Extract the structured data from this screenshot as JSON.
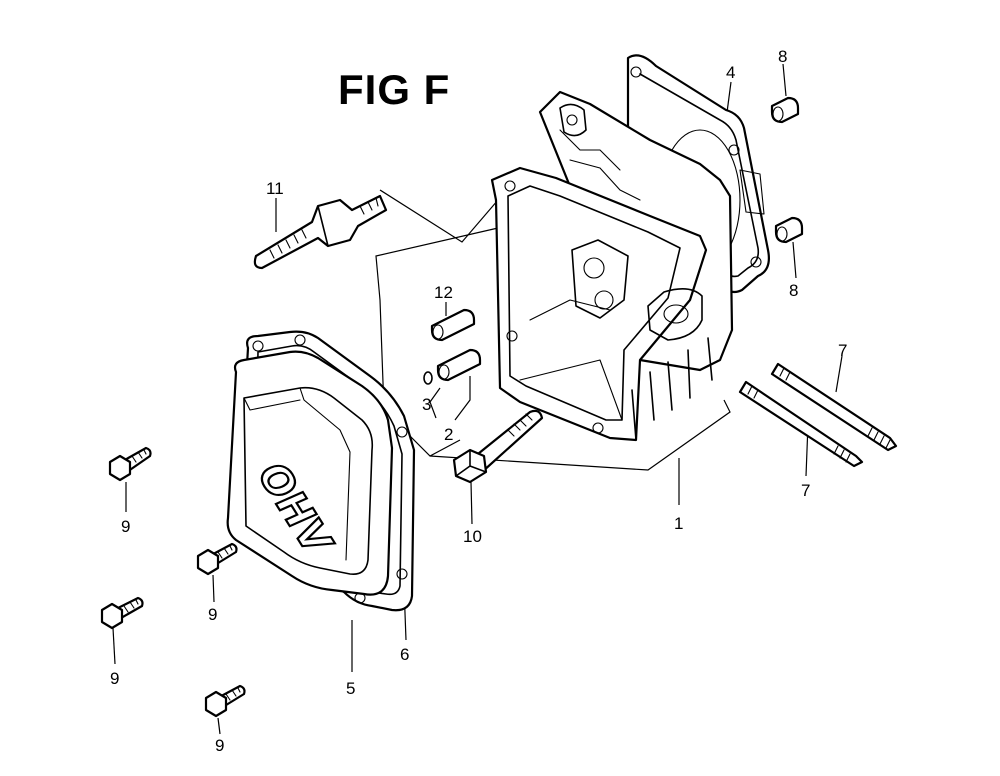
{
  "title": "FIG F",
  "cover_emboss": "OHV",
  "callouts": [
    {
      "id": "c1",
      "label": "1"
    },
    {
      "id": "c2",
      "label": "2"
    },
    {
      "id": "c3",
      "label": "3"
    },
    {
      "id": "c4",
      "label": "4"
    },
    {
      "id": "c5",
      "label": "5"
    },
    {
      "id": "c6",
      "label": "6"
    },
    {
      "id": "c7a",
      "label": "7"
    },
    {
      "id": "c7b",
      "label": "7"
    },
    {
      "id": "c8a",
      "label": "8"
    },
    {
      "id": "c8b",
      "label": "8"
    },
    {
      "id": "c9a",
      "label": "9"
    },
    {
      "id": "c9b",
      "label": "9"
    },
    {
      "id": "c9c",
      "label": "9"
    },
    {
      "id": "c9d",
      "label": "9"
    },
    {
      "id": "c10",
      "label": "10"
    },
    {
      "id": "c11",
      "label": "11"
    },
    {
      "id": "c12",
      "label": "12"
    }
  ]
}
